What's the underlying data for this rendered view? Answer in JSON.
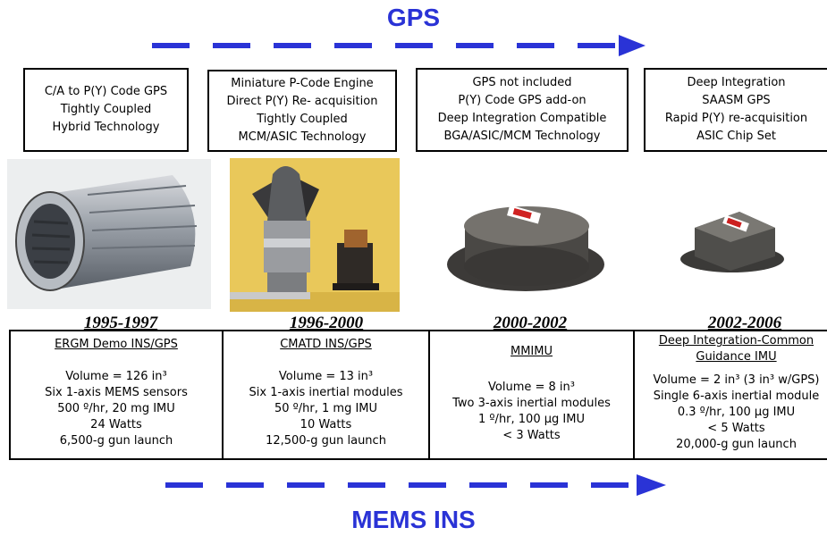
{
  "header": {
    "gps_title": "GPS",
    "mems_title": "MEMS INS"
  },
  "colors": {
    "accent": "#2a33d6"
  },
  "gps_boxes": [
    {
      "lines": [
        "C/A to P(Y) Code GPS",
        "Tightly Coupled",
        "Hybrid Technology"
      ]
    },
    {
      "lines": [
        "Miniature P-Code Engine",
        "Direct P(Y) Re- acquisition",
        "Tightly Coupled",
        "MCM/ASIC Technology"
      ]
    },
    {
      "lines": [
        "GPS not included",
        "P(Y) Code GPS add-on",
        "Deep Integration Compatible",
        "BGA/ASIC/MCM Technology"
      ]
    },
    {
      "lines": [
        "Deep Integration",
        "SAASM GPS",
        "Rapid P(Y) re-acquisition",
        "ASIC Chip Set"
      ]
    }
  ],
  "generations": [
    {
      "date": "1995-1997",
      "name": "ERGM Demo INS/GPS",
      "specs": [
        "Volume = 126 in³",
        "Six 1-axis MEMS sensors",
        "500 º/hr,  20 mg IMU",
        "24 Watts",
        "6,500-g gun launch"
      ]
    },
    {
      "date": "1996-2000",
      "name": "CMATD INS/GPS",
      "specs": [
        "Volume = 13 in³",
        "Six 1-axis inertial modules",
        "50 º/hr,  1 mg IMU",
        "10 Watts",
        "12,500-g gun launch"
      ]
    },
    {
      "date": "2000-2002",
      "name": "MMIMU",
      "specs": [
        "Volume = 8 in³",
        "Two 3-axis inertial modules",
        "1 º/hr,  100 µg IMU",
        "< 3 Watts"
      ]
    },
    {
      "date": "2002-2006",
      "name_lines": [
        "Deep Integration-Common",
        "Guidance IMU"
      ],
      "specs": [
        "Volume = 2 in³  (3 in³ w/GPS)",
        "Single 6-axis inertial module",
        "0.3 º/hr,  100 µg IMU",
        "< 5 Watts",
        "20,000-g gun launch"
      ]
    }
  ]
}
